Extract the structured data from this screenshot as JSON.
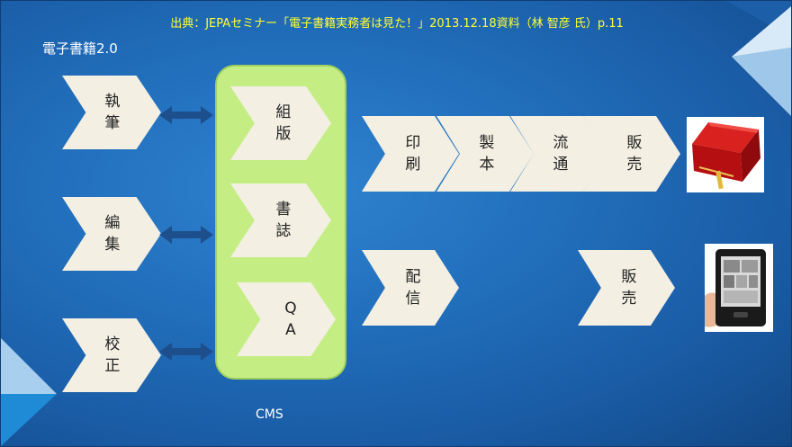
{
  "source": "出典：JEPAセミナー「電子書籍実務者は見た！」2013.12.18資料（林 智彦 氏）p.11",
  "subtitle": "電子書籍2.0",
  "left_steps": [
    "執筆",
    "編集",
    "校正"
  ],
  "cms": {
    "label": "CMS",
    "steps": [
      "組版",
      "書誌",
      "QA"
    ]
  },
  "print_flow": [
    "印刷",
    "製本",
    "流通",
    "販売"
  ],
  "digital_flow": [
    "配信",
    "販売"
  ],
  "images": [
    "red-book-icon",
    "ereader-icon"
  ],
  "colors": {
    "background": "#2270bd",
    "arrow_fill": "#f3efe3",
    "cms_box": "#c4ee83",
    "source_text": "#ffff33",
    "connector": "#1d4f8c"
  }
}
